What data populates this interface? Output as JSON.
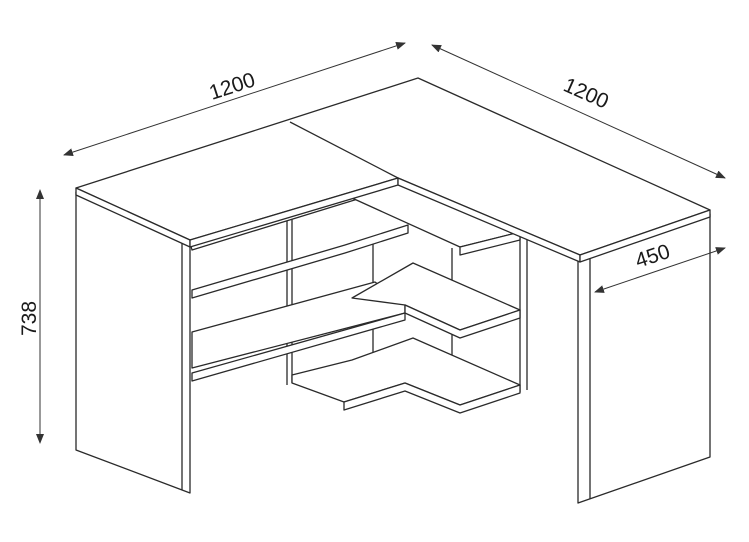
{
  "title": "L-shaped corner desk dimension drawing",
  "dimensions": {
    "left_width": "1200",
    "right_width": "1200",
    "depth": "450",
    "height": "738"
  },
  "colors": {
    "line": "#2a2a2a",
    "background": "#ffffff"
  }
}
